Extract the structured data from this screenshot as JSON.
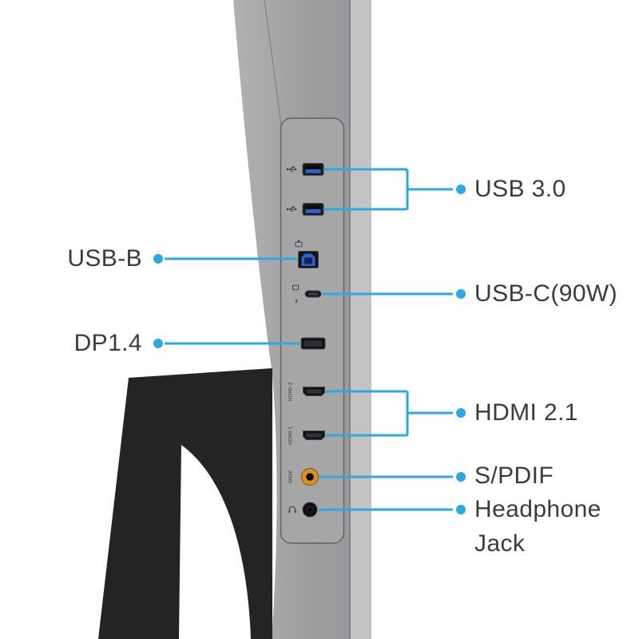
{
  "colors": {
    "accent": "#2BA9E1",
    "usb_blue": "#2E62C8",
    "spdif_orange": "#DC8F25"
  },
  "callouts": {
    "usb30": "USB 3.0",
    "usb_b": "USB-B",
    "usb_c": "USB-C(90W)",
    "dp": "DP1.4",
    "hdmi": "HDMI 2.1",
    "spdif": "S/PDIF",
    "headphone_line1": "Headphone",
    "headphone_line2": "Jack"
  },
  "port_markings": {
    "hdmi_top": "HDMI-2",
    "hdmi_bottom": "HDMI-1",
    "spdif": "SPDIF"
  }
}
